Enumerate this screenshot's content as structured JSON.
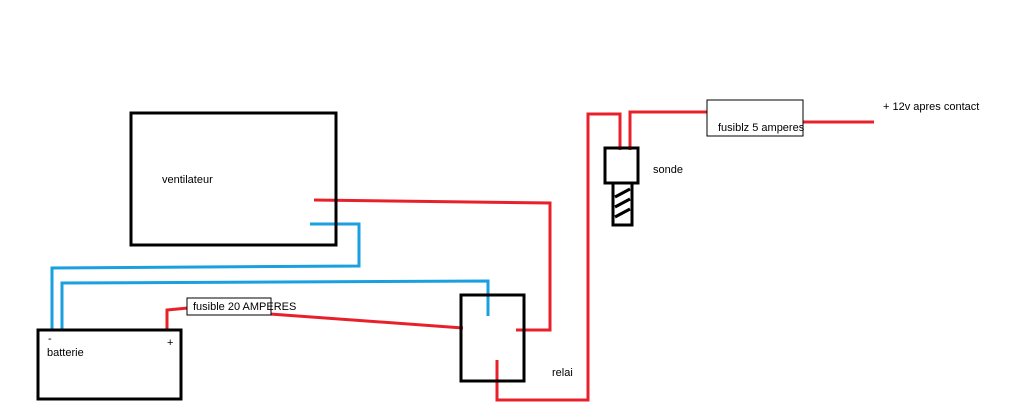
{
  "colors": {
    "positive_wire": "#e8202a",
    "ground_wire": "#1aa0e0",
    "outline": "#000000",
    "background": "#ffffff"
  },
  "labels": {
    "fan": "ventilateur",
    "battery": "batterie",
    "battery_minus": "-",
    "battery_plus": "+",
    "fuse_20a": "fusible 20 AMPERES",
    "relay": "relai",
    "sensor": "sonde",
    "fuse_5a": "fusiblz 5 amperes",
    "ignition_supply": "+ 12v apres contact"
  }
}
